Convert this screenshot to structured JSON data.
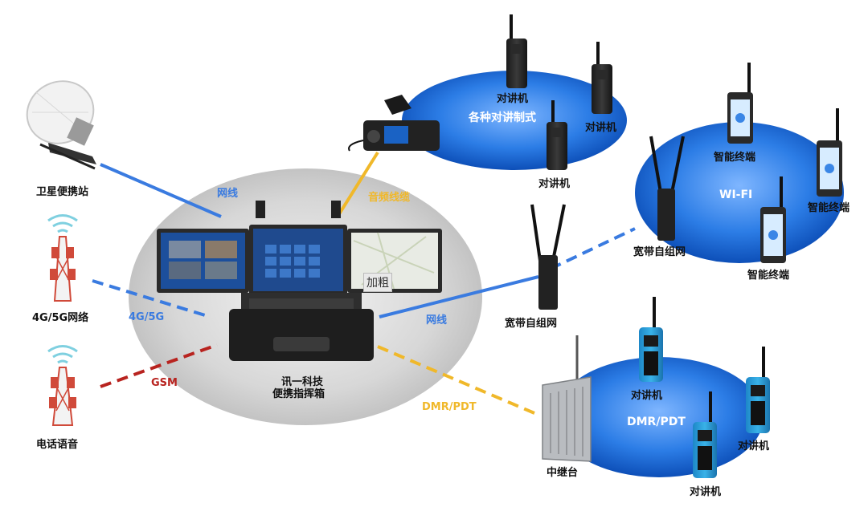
{
  "central": {
    "brand": "讯一科技",
    "name": "便携指挥箱",
    "overlay_tag": "加粗"
  },
  "links": {
    "satellite_link": "网线",
    "audio_link": "音频线缆",
    "cellular_link": "4G/5G",
    "gsm_link": "GSM",
    "mesh_link": "网线",
    "dmr_link": "DMR/PDT"
  },
  "nodes": {
    "satellite": "卫星便携站",
    "cellular": "4G/5G网络",
    "phone": "电话语音",
    "mesh_radio": "宽带自组网",
    "mesh_radio_2": "宽带自组网",
    "repeater": "中继台"
  },
  "groups": {
    "talkie_group": {
      "title": "各种对讲制式",
      "items": [
        "对讲机",
        "对讲机",
        "对讲机"
      ]
    },
    "wifi_group": {
      "title": "WI-FI",
      "items": [
        "智能终端",
        "智能终端",
        "智能终端"
      ]
    },
    "dmr_group": {
      "title": "DMR/PDT",
      "items": [
        "对讲机",
        "对讲机",
        "对讲机"
      ]
    }
  },
  "colors": {
    "blue_link": "#3a7be0",
    "yellow_link": "#f0b82a",
    "red_link": "#b8231f"
  }
}
